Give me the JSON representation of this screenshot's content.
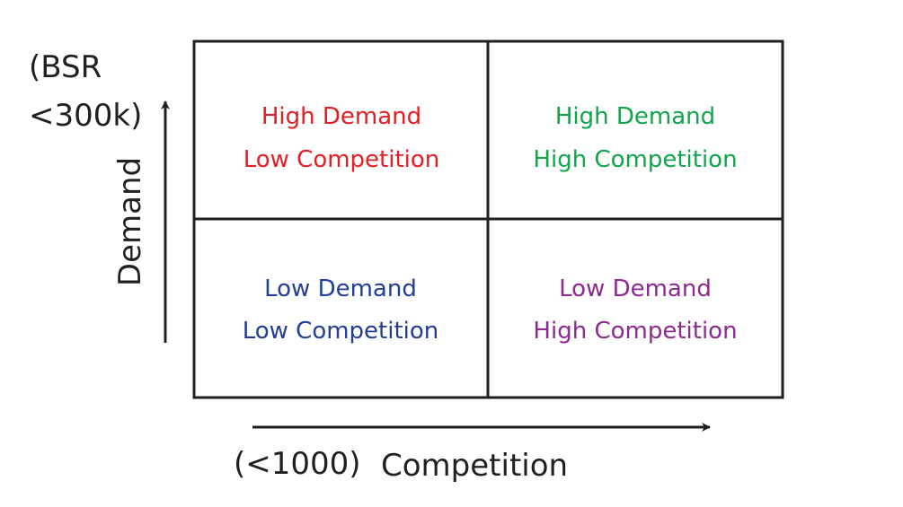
{
  "y_axis": {
    "threshold_line1": "(BSR",
    "threshold_line2": "<300k)",
    "label": "Demand"
  },
  "x_axis": {
    "threshold": "(<1000)",
    "label": "Competition"
  },
  "quadrants": {
    "top_left": {
      "line1": "High Demand",
      "line2": "Low Competition",
      "color": "#e31e24"
    },
    "top_right": {
      "line1": "High Demand",
      "line2": "High Competition",
      "color": "#10a54a"
    },
    "bottom_left": {
      "line1": "Low Demand",
      "line2": "Low Competition",
      "color": "#233e99"
    },
    "bottom_right": {
      "line1": "Low Demand",
      "line2": "High Competition",
      "color": "#8c2a8e"
    }
  }
}
